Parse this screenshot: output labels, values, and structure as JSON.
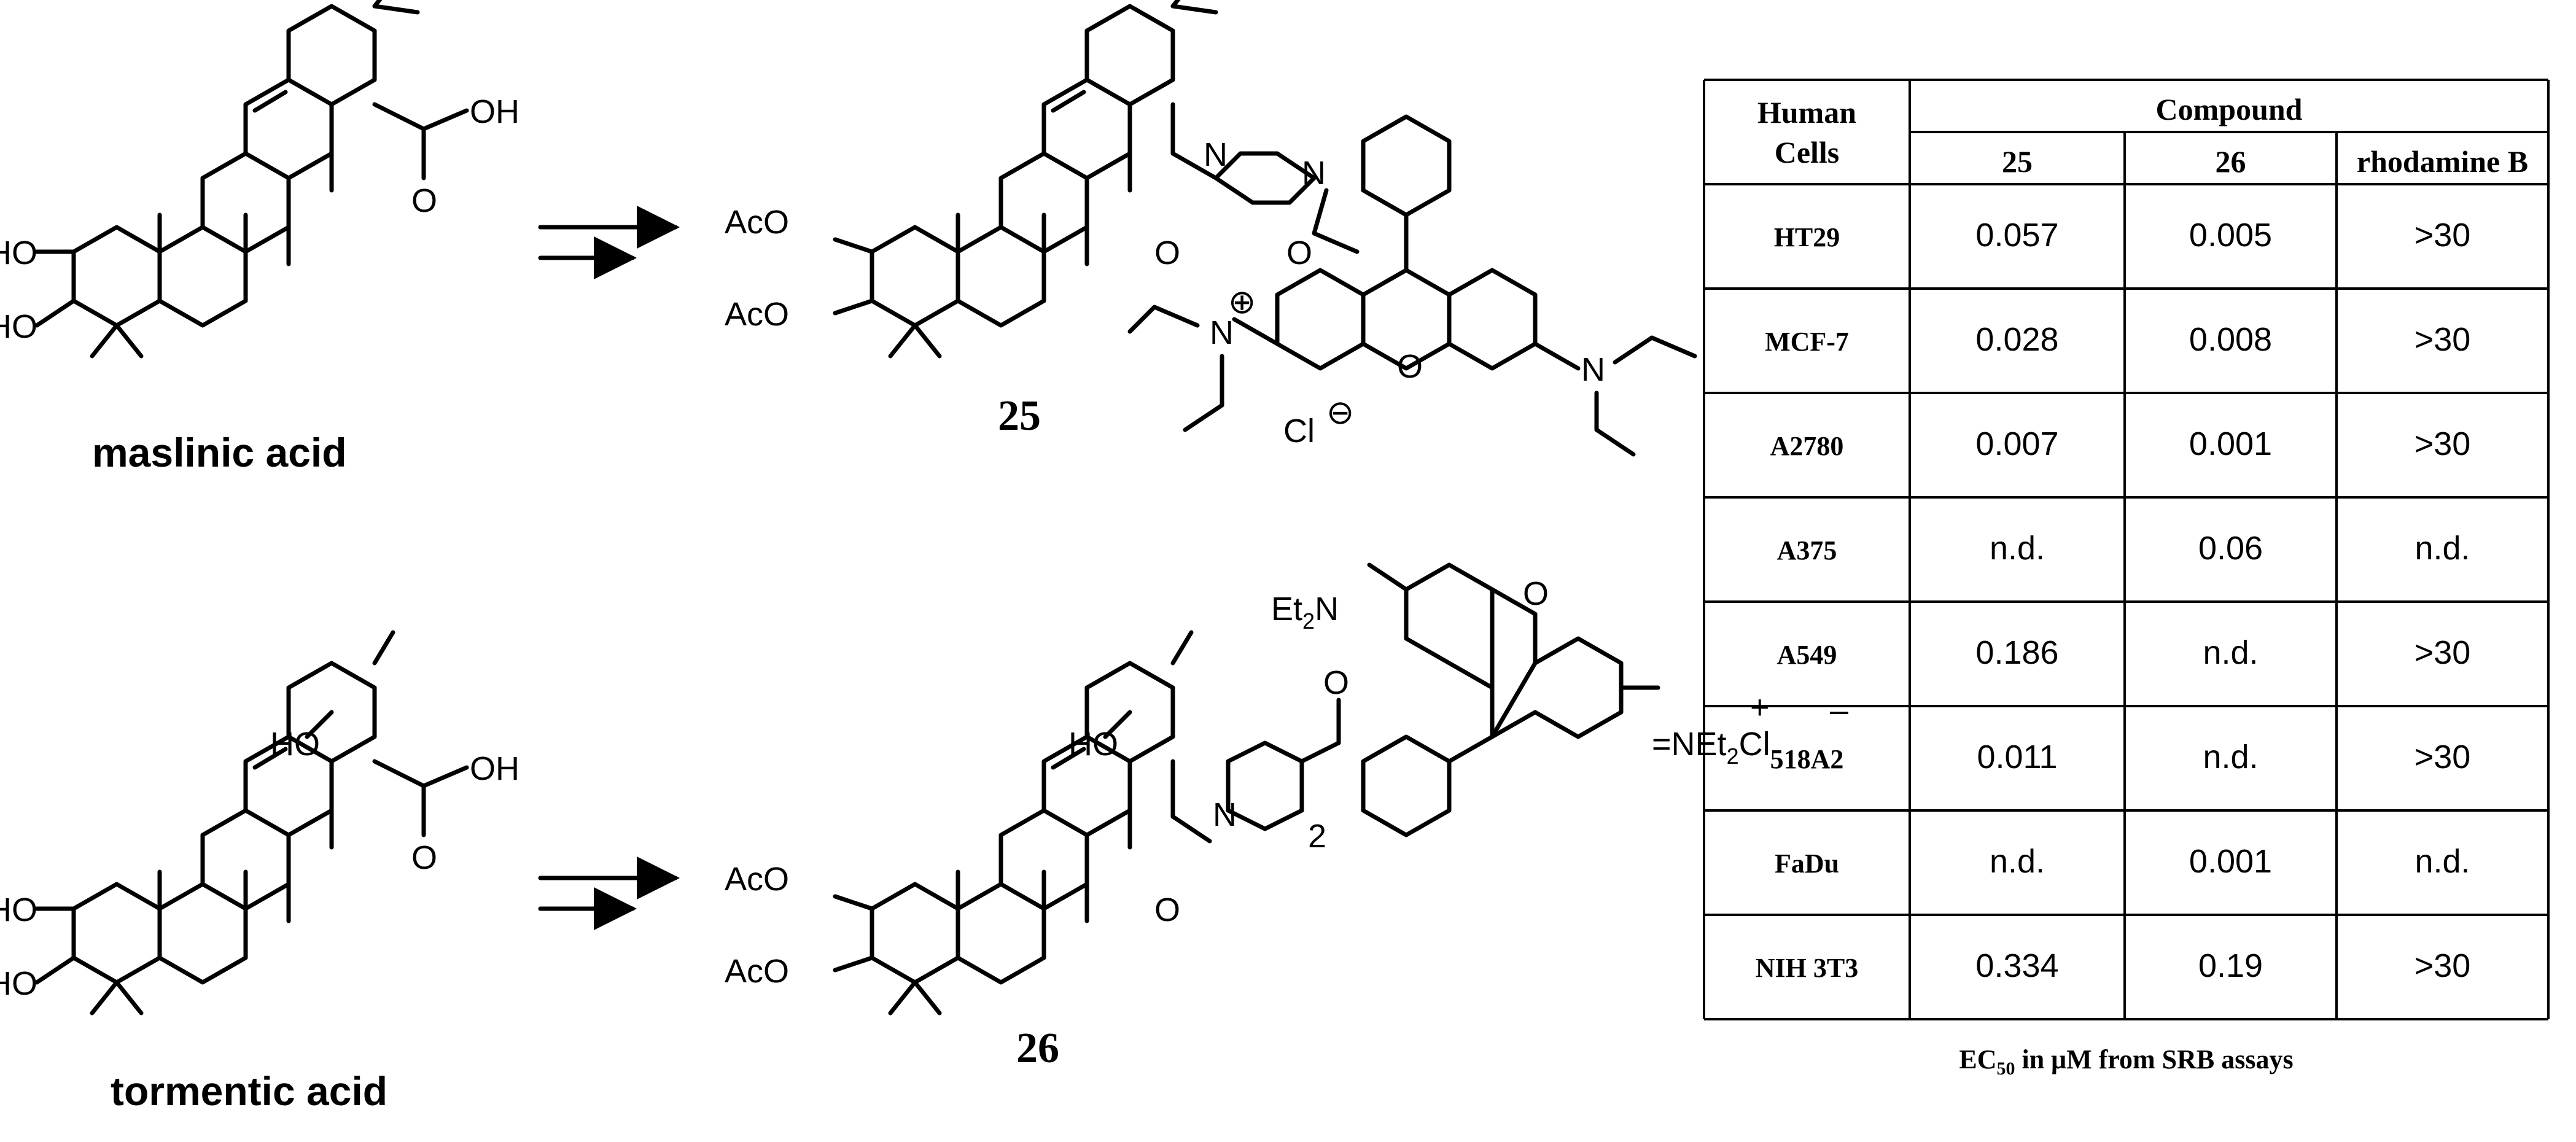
{
  "schemes": [
    {
      "start": {
        "name": "maslinic acid",
        "oh_label": "OH",
        "ho2": "HO",
        "ho3": "HO"
      },
      "product": {
        "number": "25",
        "aco2": "AcO",
        "aco3": "AcO",
        "n1": "N",
        "n2": "N",
        "o1": "O",
        "o2": "O",
        "o3": "O",
        "n_plus": "N",
        "plus": "⊕",
        "n_right": "N",
        "cl": "Cl",
        "minus": "⊖"
      }
    },
    {
      "start": {
        "name": "tormentic acid",
        "oh_label": "OH",
        "ho2": "HO",
        "ho3": "HO",
        "ho19": "HO",
        "o": "O"
      },
      "product": {
        "number": "26",
        "aco2": "AcO",
        "aco3": "AcO",
        "ho19": "HO",
        "n": "N",
        "sub2": "2",
        "o_amide": "O",
        "o_amide2": "O",
        "o_xan": "O",
        "et2n_left": "Et",
        "et2n_sub": "2",
        "et2n_n": "N",
        "iminium": "=NEt",
        "iminium_sub": "2",
        "cl": "Cl",
        "plus": "+",
        "minus": "–"
      }
    }
  ],
  "table": {
    "header_cells": "Human",
    "header_cells2": "Cells",
    "compound_header": "Compound",
    "columns": [
      "25",
      "26",
      "rhodamine B"
    ],
    "rows": [
      {
        "cell": "HT29",
        "values": [
          "0.057",
          "0.005",
          ">30"
        ]
      },
      {
        "cell": "MCF-7",
        "values": [
          "0.028",
          "0.008",
          ">30"
        ]
      },
      {
        "cell": "A2780",
        "values": [
          "0.007",
          "0.001",
          ">30"
        ]
      },
      {
        "cell": "A375",
        "values": [
          "n.d.",
          "0.06",
          "n.d."
        ]
      },
      {
        "cell": "A549",
        "values": [
          "0.186",
          "n.d.",
          ">30"
        ]
      },
      {
        "cell": "518A2",
        "values": [
          "0.011",
          "n.d.",
          ">30"
        ]
      },
      {
        "cell": "FaDu",
        "values": [
          "n.d.",
          "0.001",
          "n.d."
        ]
      },
      {
        "cell": "NIH 3T3",
        "values": [
          "0.334",
          "0.19",
          ">30"
        ]
      }
    ],
    "caption_pre": "EC",
    "caption_sub": "50",
    "caption_post": " in μM from SRB assays"
  }
}
